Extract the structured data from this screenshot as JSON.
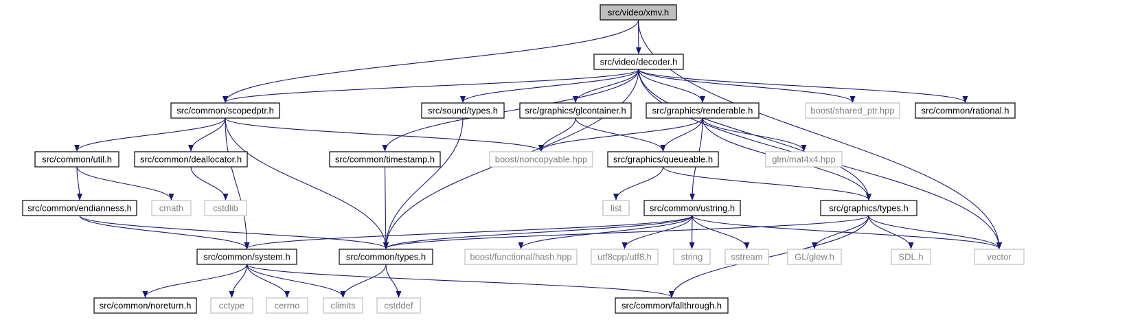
{
  "graph": {
    "colors": {
      "edge": "#191970",
      "box_border": "#000000",
      "external_border": "#bfbfbf",
      "root_fill": "#bfbfbf",
      "text": "#000000",
      "external_text": "#808080"
    },
    "nodes": [
      {
        "id": "xmv",
        "label": "src/video/xmv.h",
        "kind": "root"
      },
      {
        "id": "decoder",
        "label": "src/video/decoder.h",
        "kind": "local"
      },
      {
        "id": "scopedptr",
        "label": "src/common/scopedptr.h",
        "kind": "local"
      },
      {
        "id": "sound_types",
        "label": "src/sound/types.h",
        "kind": "local"
      },
      {
        "id": "glcontainer",
        "label": "src/graphics/glcontainer.h",
        "kind": "local"
      },
      {
        "id": "renderable",
        "label": "src/graphics/renderable.h",
        "kind": "local"
      },
      {
        "id": "shared_ptr",
        "label": "boost/shared_ptr.hpp",
        "kind": "external"
      },
      {
        "id": "rational",
        "label": "src/common/rational.h",
        "kind": "local"
      },
      {
        "id": "util",
        "label": "src/common/util.h",
        "kind": "local"
      },
      {
        "id": "deallocator",
        "label": "src/common/deallocator.h",
        "kind": "local"
      },
      {
        "id": "timestamp",
        "label": "src/common/timestamp.h",
        "kind": "local"
      },
      {
        "id": "noncopyable",
        "label": "boost/noncopyable.hpp",
        "kind": "external"
      },
      {
        "id": "queueable",
        "label": "src/graphics/queueable.h",
        "kind": "local"
      },
      {
        "id": "mat4x4",
        "label": "glm/mat4x4.hpp",
        "kind": "external"
      },
      {
        "id": "endianness",
        "label": "src/common/endianness.h",
        "kind": "local"
      },
      {
        "id": "cmath",
        "label": "cmath",
        "kind": "external"
      },
      {
        "id": "cstdlib",
        "label": "cstdlib",
        "kind": "external"
      },
      {
        "id": "list",
        "label": "list",
        "kind": "external"
      },
      {
        "id": "ustring",
        "label": "src/common/ustring.h",
        "kind": "local"
      },
      {
        "id": "graphics_types",
        "label": "src/graphics/types.h",
        "kind": "local"
      },
      {
        "id": "system",
        "label": "src/common/system.h",
        "kind": "local"
      },
      {
        "id": "common_types",
        "label": "src/common/types.h",
        "kind": "local"
      },
      {
        "id": "hash",
        "label": "boost/functional/hash.hpp",
        "kind": "external"
      },
      {
        "id": "utf8",
        "label": "utf8cpp/utf8.h",
        "kind": "external"
      },
      {
        "id": "string",
        "label": "string",
        "kind": "external"
      },
      {
        "id": "sstream",
        "label": "sstream",
        "kind": "external"
      },
      {
        "id": "glew",
        "label": "GL/glew.h",
        "kind": "external"
      },
      {
        "id": "sdl",
        "label": "SDL.h",
        "kind": "external"
      },
      {
        "id": "vector",
        "label": "vector",
        "kind": "external"
      },
      {
        "id": "noreturn",
        "label": "src/common/noreturn.h",
        "kind": "local"
      },
      {
        "id": "cctype",
        "label": "cctype",
        "kind": "external"
      },
      {
        "id": "cerrno",
        "label": "cerrno",
        "kind": "external"
      },
      {
        "id": "climits",
        "label": "climits",
        "kind": "external"
      },
      {
        "id": "cstddef",
        "label": "cstddef",
        "kind": "external"
      },
      {
        "id": "fallthrough",
        "label": "src/common/fallthrough.h",
        "kind": "local"
      }
    ],
    "edges": [
      [
        "xmv",
        "decoder"
      ],
      [
        "xmv",
        "scopedptr"
      ],
      [
        "xmv",
        "vector"
      ],
      [
        "decoder",
        "scopedptr"
      ],
      [
        "decoder",
        "sound_types"
      ],
      [
        "decoder",
        "glcontainer"
      ],
      [
        "decoder",
        "renderable"
      ],
      [
        "decoder",
        "shared_ptr"
      ],
      [
        "decoder",
        "rational"
      ],
      [
        "decoder",
        "timestamp"
      ],
      [
        "decoder",
        "common_types"
      ],
      [
        "decoder",
        "graphics_types"
      ],
      [
        "decoder",
        "vector"
      ],
      [
        "scopedptr",
        "util"
      ],
      [
        "scopedptr",
        "deallocator"
      ],
      [
        "scopedptr",
        "noncopyable"
      ],
      [
        "scopedptr",
        "system"
      ],
      [
        "scopedptr",
        "common_types"
      ],
      [
        "util",
        "endianness"
      ],
      [
        "util",
        "cmath"
      ],
      [
        "deallocator",
        "cstdlib"
      ],
      [
        "endianness",
        "system"
      ],
      [
        "endianness",
        "common_types"
      ],
      [
        "timestamp",
        "common_types"
      ],
      [
        "sound_types",
        "common_types"
      ],
      [
        "glcontainer",
        "noncopyable"
      ],
      [
        "glcontainer",
        "queueable"
      ],
      [
        "renderable",
        "noncopyable"
      ],
      [
        "renderable",
        "queueable"
      ],
      [
        "renderable",
        "mat4x4"
      ],
      [
        "renderable",
        "graphics_types"
      ],
      [
        "renderable",
        "ustring"
      ],
      [
        "queueable",
        "list"
      ],
      [
        "queueable",
        "graphics_types"
      ],
      [
        "ustring",
        "system"
      ],
      [
        "ustring",
        "common_types"
      ],
      [
        "ustring",
        "hash"
      ],
      [
        "ustring",
        "utf8"
      ],
      [
        "ustring",
        "string"
      ],
      [
        "ustring",
        "sstream"
      ],
      [
        "ustring",
        "vector"
      ],
      [
        "graphics_types",
        "common_types"
      ],
      [
        "graphics_types",
        "glew"
      ],
      [
        "graphics_types",
        "sdl"
      ],
      [
        "graphics_types",
        "vector"
      ],
      [
        "graphics_types",
        "fallthrough"
      ],
      [
        "system",
        "noreturn"
      ],
      [
        "system",
        "cctype"
      ],
      [
        "system",
        "cerrno"
      ],
      [
        "system",
        "climits"
      ],
      [
        "system",
        "fallthrough"
      ],
      [
        "common_types",
        "climits"
      ],
      [
        "common_types",
        "cstddef"
      ]
    ]
  }
}
